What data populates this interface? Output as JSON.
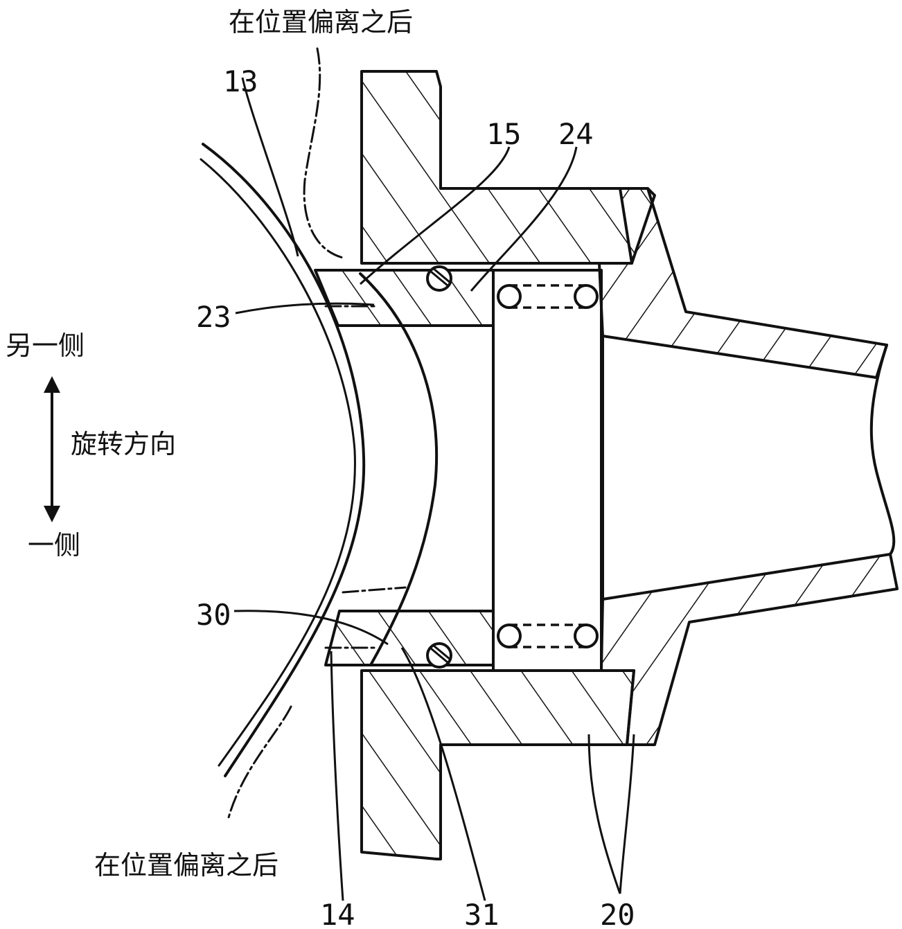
{
  "labels": {
    "offset_top": "在位置偏离之后",
    "offset_bottom": "在位置偏离之后",
    "other_side": "另一侧",
    "rotation_direction": "旋转方向",
    "one_side": "一侧"
  },
  "part_numbers": {
    "p13": "13",
    "p15": "15",
    "p24": "24",
    "p23": "23",
    "p30": "30",
    "p14": "14",
    "p31": "31",
    "p20": "20"
  }
}
